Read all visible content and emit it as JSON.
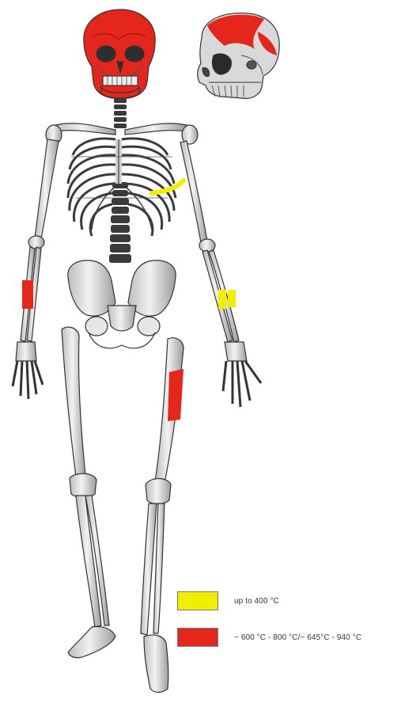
{
  "legend": [
    {
      "label": "up to 400 °C",
      "color": "#f2ee00"
    },
    {
      "label": "~ 600 °C - 800 °C/~ 645°C - 940 °C",
      "color": "#e4261c"
    }
  ],
  "colors": {
    "bone": "#e6e6e6",
    "bone_outline": "#4a4a4a",
    "shadow": "#a8a8a8",
    "heat_low": "#f2ee00",
    "heat_high": "#e4261c"
  },
  "icons": [
    "skeleton-front-view",
    "skull-side-view"
  ]
}
